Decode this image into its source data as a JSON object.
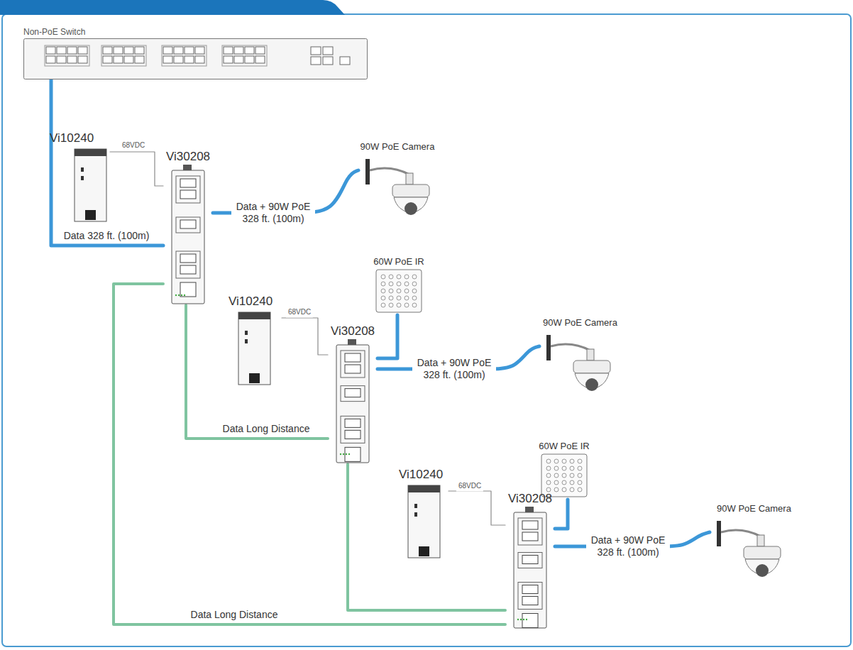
{
  "diagram": {
    "nodes": [
      {
        "text": [
          "Non-PoE Switch"
        ]
      },
      {
        "text": [
          "Vi10240"
        ]
      },
      {
        "text": [
          "Vi30208"
        ]
      },
      {
        "text": [
          "90W PoE Camera"
        ]
      },
      {
        "text": [
          "60W PoE IR"
        ]
      },
      {
        "text": [
          "Vi10240"
        ]
      },
      {
        "text": [
          "Vi30208"
        ]
      },
      {
        "text": [
          "90W PoE Camera"
        ]
      },
      {
        "text": [
          "60W PoE IR"
        ]
      },
      {
        "text": [
          "Vi10240"
        ]
      },
      {
        "text": [
          "Vi30208"
        ]
      },
      {
        "text": [
          "90W PoE Camera"
        ]
      }
    ],
    "edges": [
      {
        "from": 0,
        "to": 2,
        "arrow": "none",
        "label": "Data 328 ft. (100m)"
      },
      {
        "from": 1,
        "to": 2,
        "arrow": "none",
        "label": "68VDC"
      },
      {
        "from": 2,
        "to": 3,
        "arrow": "none",
        "label": "Data + 90W PoE 328 ft. (100m)"
      },
      {
        "from": 2,
        "to": 6,
        "arrow": "none",
        "label": "Data Long Distance"
      },
      {
        "from": 2,
        "to": 10,
        "arrow": "none",
        "label": "Data Long Distance"
      },
      {
        "from": 5,
        "to": 6,
        "arrow": "none",
        "label": "68VDC"
      },
      {
        "from": 6,
        "to": 4,
        "arrow": "none"
      },
      {
        "from": 6,
        "to": 7,
        "arrow": "none",
        "label": "Data + 90W PoE 328 ft. (100m)"
      },
      {
        "from": 6,
        "to": 10,
        "arrow": "none"
      },
      {
        "from": 9,
        "to": 10,
        "arrow": "none",
        "label": "68VDC"
      },
      {
        "from": 10,
        "to": 8,
        "arrow": "none"
      },
      {
        "from": 10,
        "to": 11,
        "arrow": "none",
        "label": "Data + 90W PoE 328 ft. (100m)"
      }
    ]
  }
}
